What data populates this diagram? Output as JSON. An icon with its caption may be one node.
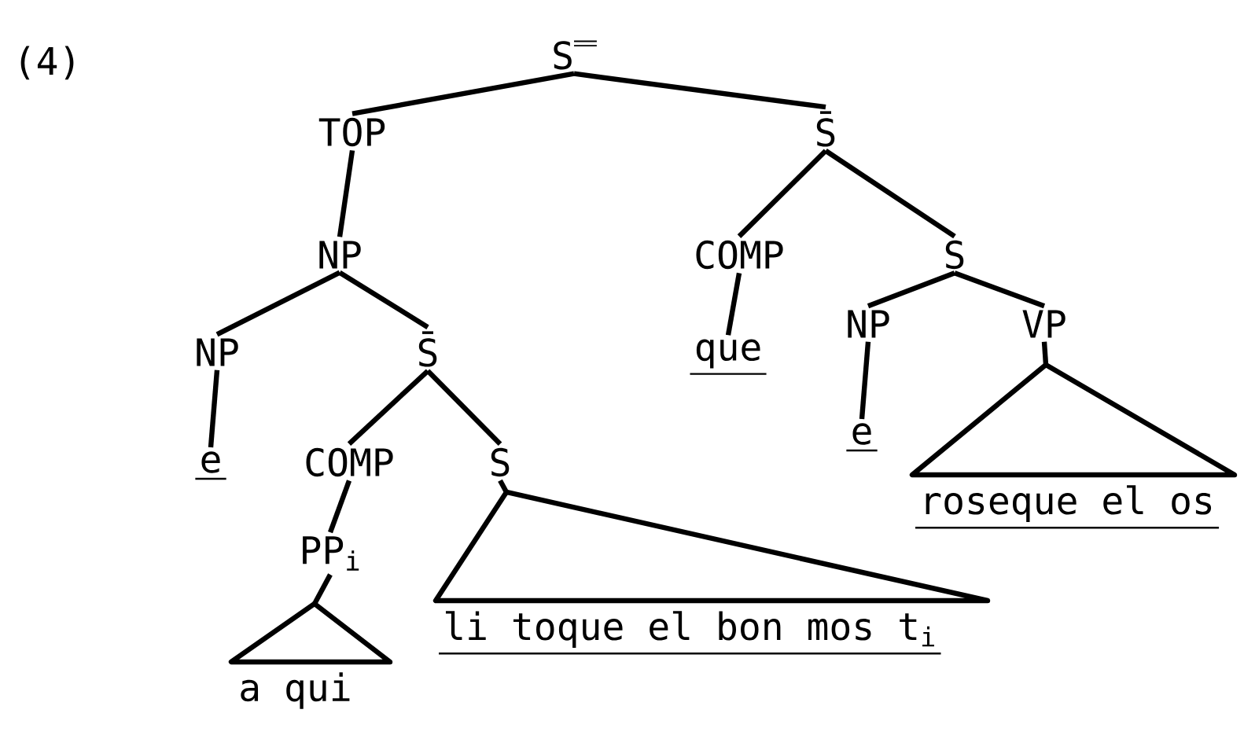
{
  "diagram": {
    "nodes": [
      {
        "text": [
          "S̿"
        ]
      },
      {
        "text": [
          "TOP"
        ]
      },
      {
        "text": [
          "S̄"
        ]
      },
      {
        "text": [
          "NP"
        ]
      },
      {
        "text": [
          "COMP"
        ]
      },
      {
        "text": [
          "S"
        ]
      },
      {
        "text": [
          "NP"
        ]
      },
      {
        "text": [
          "S̄"
        ]
      },
      {
        "text": [
          "que"
        ]
      },
      {
        "text": [
          "NP"
        ]
      },
      {
        "text": [
          "VP"
        ]
      },
      {
        "text": [
          "e"
        ]
      },
      {
        "text": [
          "COMP"
        ]
      },
      {
        "text": [
          "S"
        ]
      },
      {
        "text": [
          "e"
        ]
      },
      {
        "text": [],
        "shape": "triangle",
        "beside": [
          "roseque el os"
        ]
      },
      {
        "text": [
          "PP$_{i}$"
        ]
      },
      {
        "text": [],
        "shape": "triangle",
        "beside": [
          "li toque el bon mos t$_{i}$"
        ]
      },
      {
        "text": [],
        "shape": "triangle",
        "beside": [
          "a qui"
        ]
      }
    ],
    "edges": [
      {
        "from": 0,
        "to": 1,
        "arrow": "none"
      },
      {
        "from": 0,
        "to": 2,
        "arrow": "none"
      },
      {
        "from": 1,
        "to": 3,
        "arrow": "none"
      },
      {
        "from": 2,
        "to": 4,
        "arrow": "none"
      },
      {
        "from": 2,
        "to": 5,
        "arrow": "none"
      },
      {
        "from": 3,
        "to": 6,
        "arrow": "none"
      },
      {
        "from": 3,
        "to": 7,
        "arrow": "none"
      },
      {
        "from": 4,
        "to": 8,
        "arrow": "none"
      },
      {
        "from": 5,
        "to": 9,
        "arrow": "none"
      },
      {
        "from": 5,
        "to": 10,
        "arrow": "none"
      },
      {
        "from": 6,
        "to": 11,
        "arrow": "none"
      },
      {
        "from": 7,
        "to": 12,
        "arrow": "none"
      },
      {
        "from": 7,
        "to": 13,
        "arrow": "none"
      },
      {
        "from": 9,
        "to": 14,
        "arrow": "none"
      },
      {
        "from": 10,
        "to": 15,
        "arrow": "none"
      },
      {
        "from": 12,
        "to": 16,
        "arrow": "none"
      },
      {
        "from": 13,
        "to": 17,
        "arrow": "none"
      },
      {
        "from": 16,
        "to": 18,
        "arrow": "none"
      }
    ],
    "labels": [
      "(4)"
    ]
  }
}
